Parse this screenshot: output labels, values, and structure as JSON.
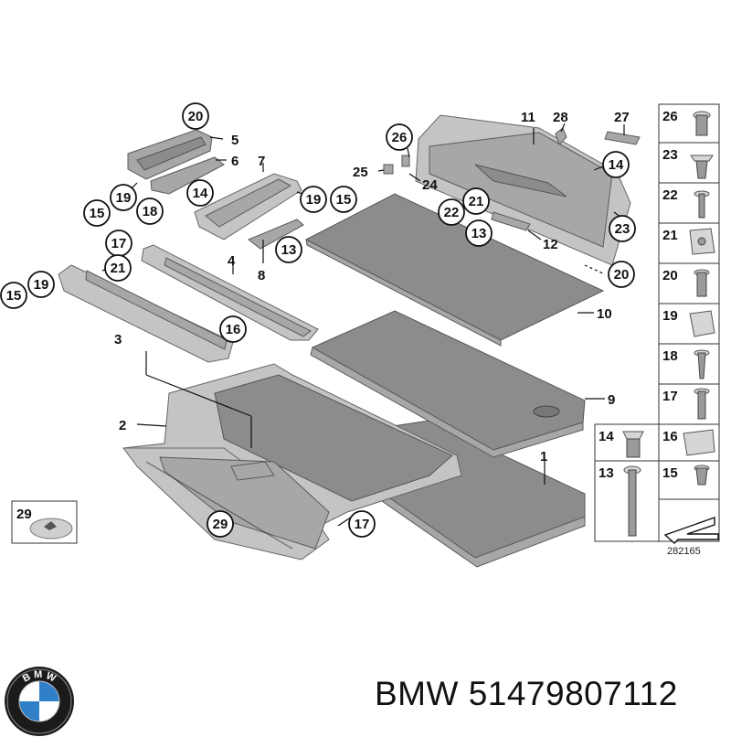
{
  "brand_text": "BMW 51479807112",
  "diagram_id": "282165",
  "logo": {
    "letters": [
      "B",
      "M",
      "W"
    ],
    "ring_color": "#1b1b1b",
    "blue": "#2f7fc9",
    "white": "#ffffff"
  },
  "labels": {
    "l1": "1",
    "l2": "2",
    "l3": "3",
    "l4": "4",
    "l5": "5",
    "l6": "6",
    "l7": "7",
    "l8": "8",
    "l9": "9",
    "l10": "10",
    "l11": "11",
    "l12": "12",
    "l13": "13",
    "l14": "14",
    "l15": "15",
    "l16": "16",
    "l17": "17",
    "l18": "18",
    "l19": "19",
    "l20": "20",
    "l21": "21",
    "l22": "22",
    "l23": "23",
    "l24": "24",
    "l25": "25",
    "l26": "26",
    "l27": "27",
    "l28": "28",
    "l29": "29"
  },
  "hardware_legend": [
    "26",
    "23",
    "22",
    "21",
    "20",
    "19",
    "18",
    "17",
    "16",
    "15",
    "14",
    "13"
  ],
  "inset_label": "29"
}
